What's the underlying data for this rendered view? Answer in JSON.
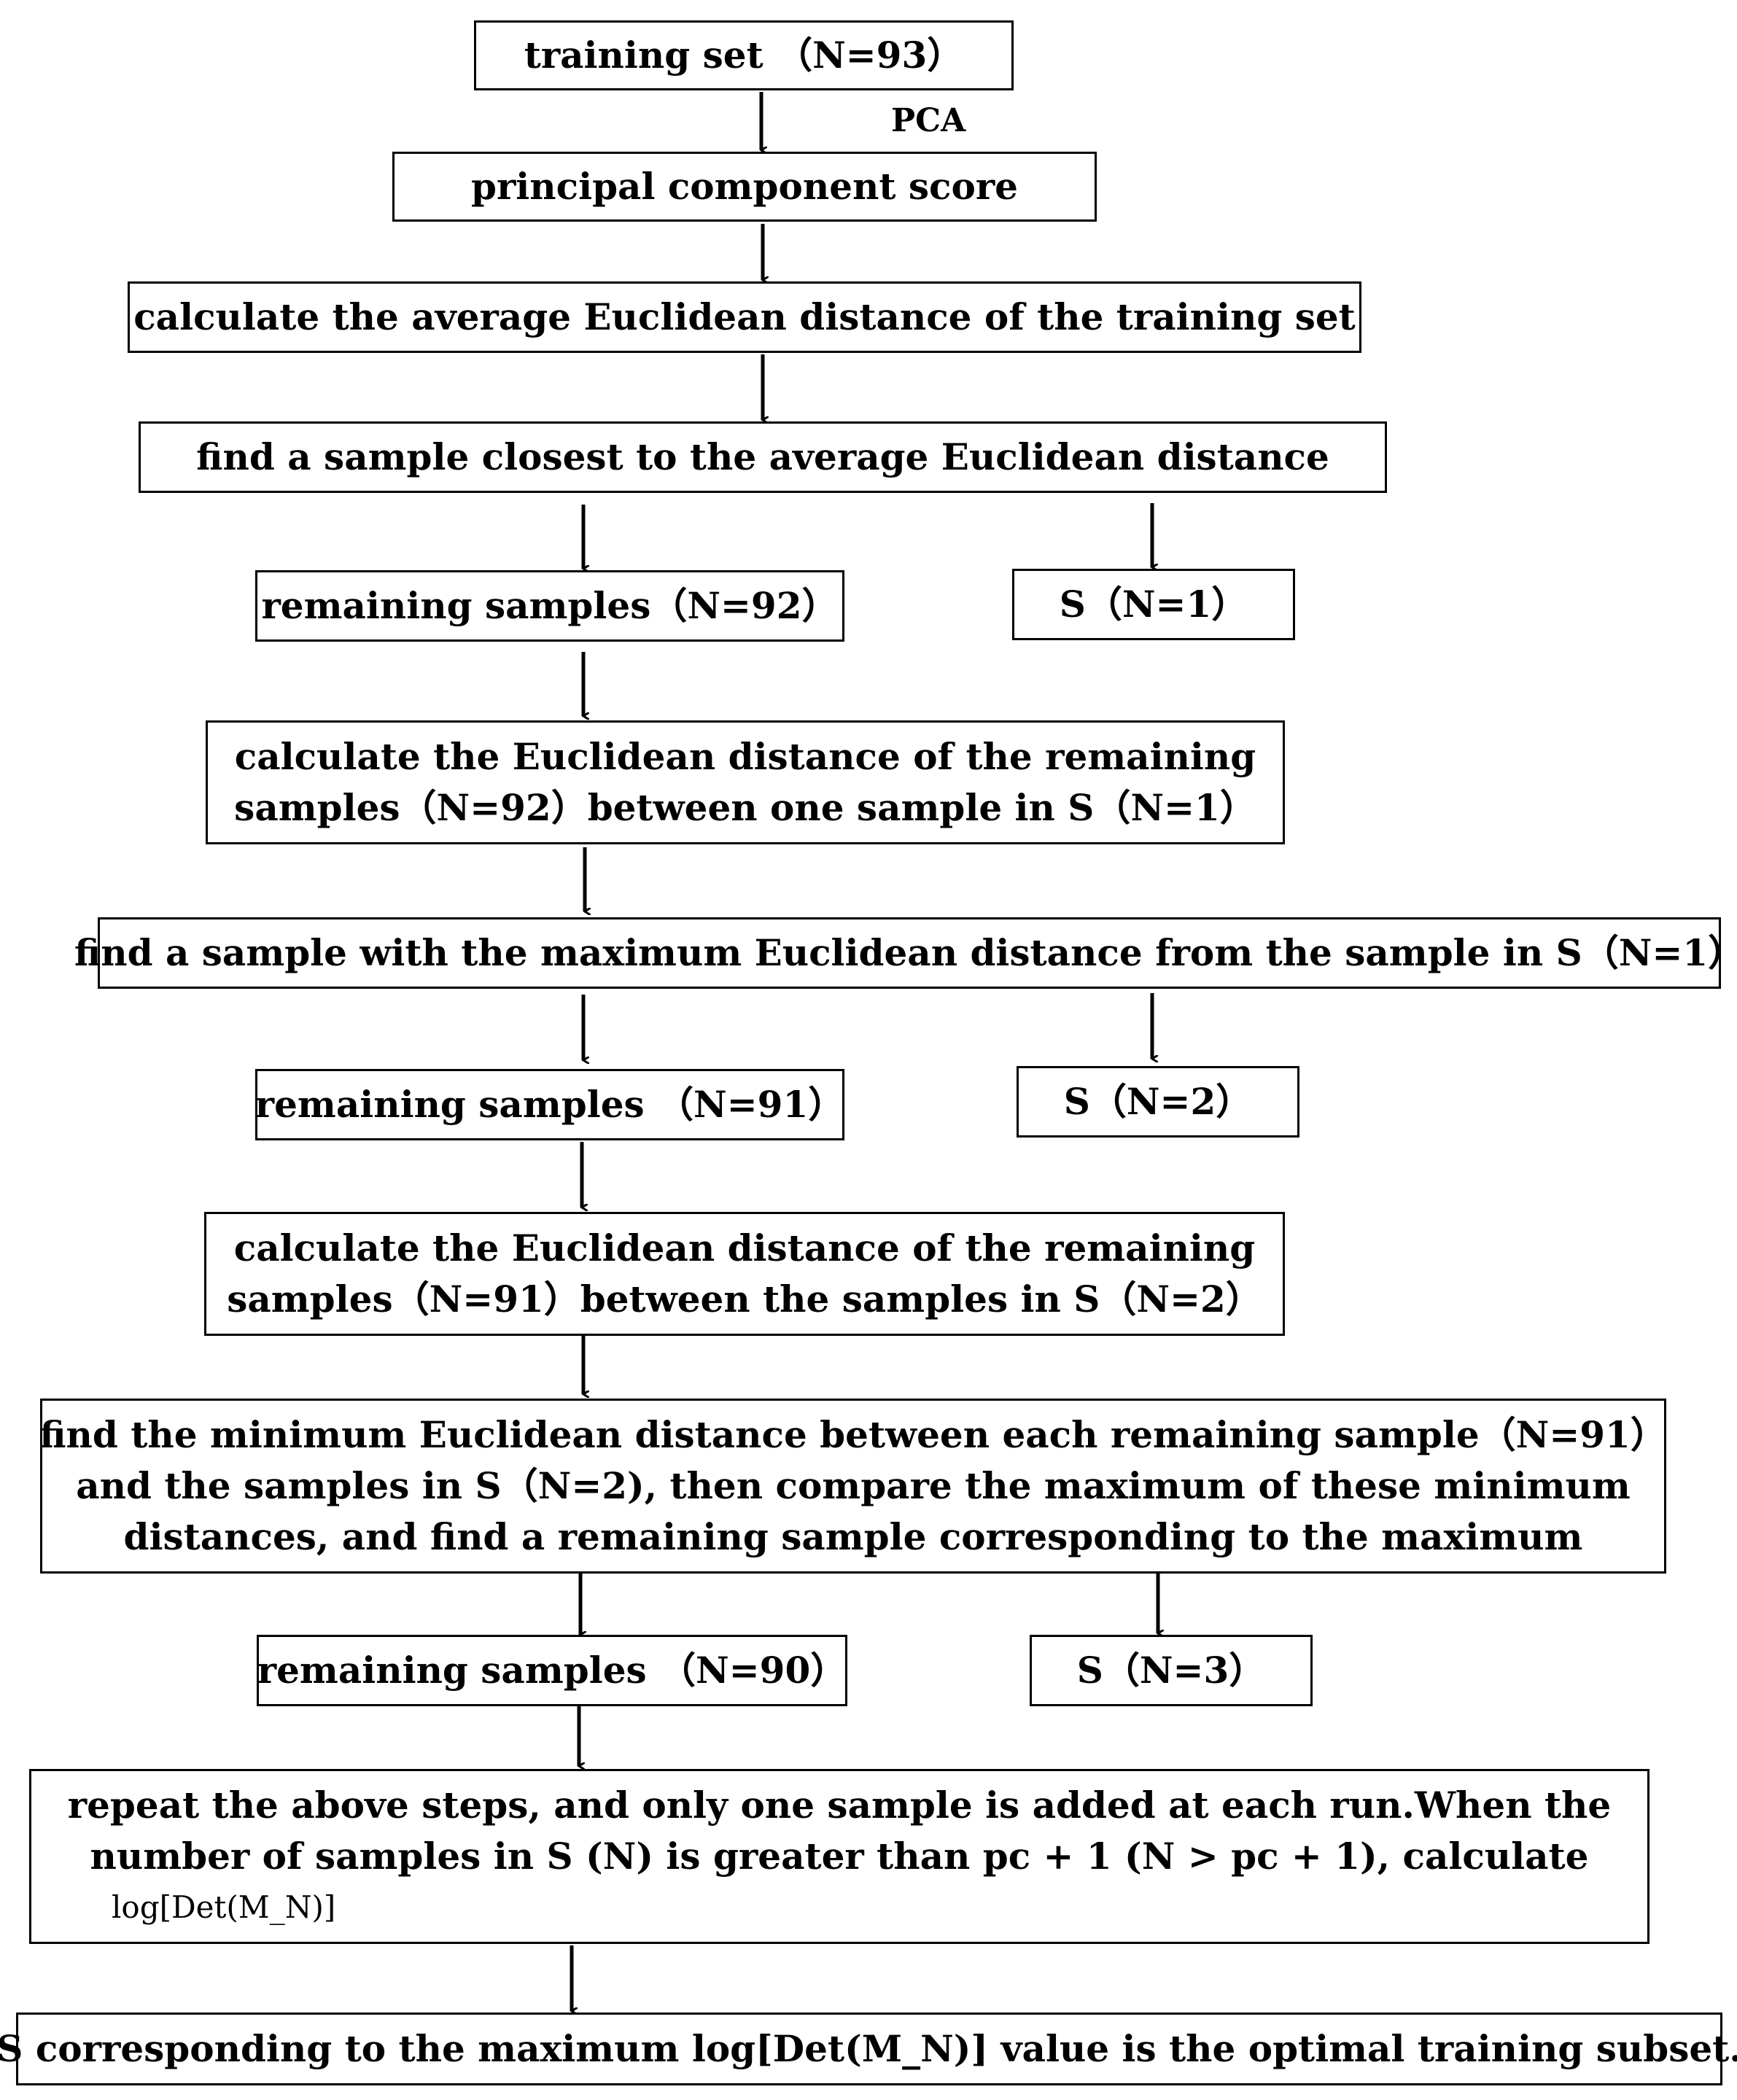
{
  "nodes": {
    "training_set": "training set （N=93）",
    "pca_label": "PCA",
    "pc_score": "principal component score",
    "avg_distance": "calculate the average Euclidean distance of the training set",
    "find_closest": "find a sample closest to the average Euclidean distance",
    "remaining_92": "remaining samples（N=92）",
    "s1": "S（N=1）",
    "calc_92_l1": "calculate the Euclidean distance of the remaining",
    "calc_92_l2": "samples（N=92）between one sample in S（N=1）",
    "find_max_1": "find a sample with the maximum Euclidean distance from the sample in S（N=1）",
    "remaining_91": "remaining samples （N=91）",
    "s2": "S（N=2）",
    "calc_91_l1": "calculate the Euclidean distance of the remaining",
    "calc_91_l2": "samples（N=91）between  the samples in S（N=2）",
    "find_min_l1": "find the minimum Euclidean distance between each remaining sample（N=91）",
    "find_min_l2": "and  the samples in S（N=2), then compare the maximum of these minimum",
    "find_min_l3": "distances, and find a remaining sample corresponding to the maximum",
    "remaining_90": "remaining samples （N=90）",
    "s3": "S（N=3）",
    "repeat_l1": "repeat the above steps, and only one sample is added at each run.When the",
    "repeat_l2": "number of samples in S (N) is greater than pc + 1 (N > pc + 1), calculate",
    "repeat_l3": "log[Det(M_N)]",
    "final": "S corresponding to the maximum  log[Det(M_N)] value is the optimal training subset."
  }
}
